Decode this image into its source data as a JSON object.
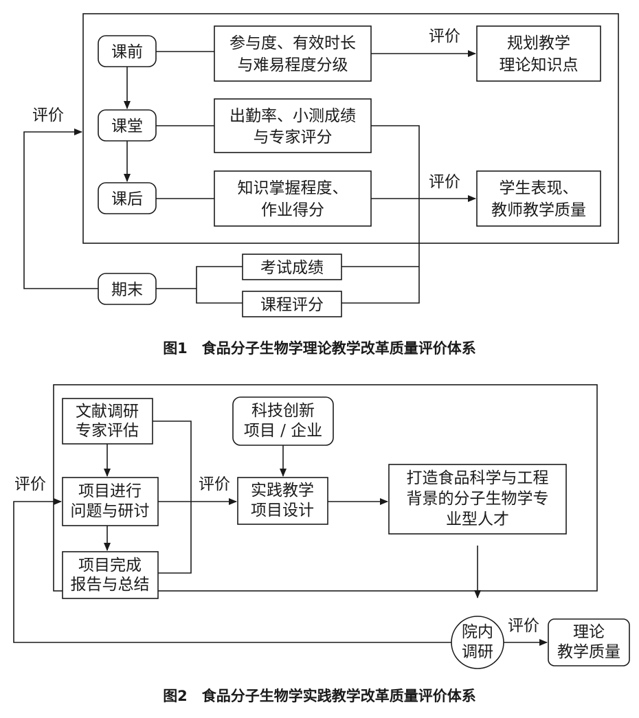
{
  "figure1": {
    "caption": "图1　食品分子生物学理论教学改革质量评价体系",
    "stages": {
      "before": "课前",
      "inclass": "课堂",
      "after": "课后",
      "final": "期末"
    },
    "metrics": {
      "before": [
        "参与度、有效时长",
        "与难易程度分级"
      ],
      "inclass": [
        "出勤率、小测成绩",
        "与专家评分"
      ],
      "after": [
        "知识掌握程度、",
        "作业得分"
      ],
      "exam": "考试成绩",
      "course": "课程评分"
    },
    "outcomes": {
      "plan": [
        "规划教学",
        "理论知识点"
      ],
      "quality": [
        "学生表现、",
        "教师教学质量"
      ]
    },
    "eval_label": "评价"
  },
  "figure2": {
    "caption": "图2　食品分子生物学实践教学改革质量评价体系",
    "steps": {
      "research": [
        "文献调研",
        "专家评估"
      ],
      "progress": [
        "项目进行",
        "问题与研讨"
      ],
      "complete": [
        "项目完成",
        "报告与总结"
      ]
    },
    "source": [
      "科技创新",
      "项目 / 企业"
    ],
    "design": [
      "实践教学",
      "项目设计"
    ],
    "talent": [
      "打造食品科学与工程",
      "背景的分子生物学专",
      "业型人才"
    ],
    "survey": [
      "院内",
      "调研"
    ],
    "result": [
      "理论",
      "教学质量"
    ],
    "eval_label": "评价"
  }
}
